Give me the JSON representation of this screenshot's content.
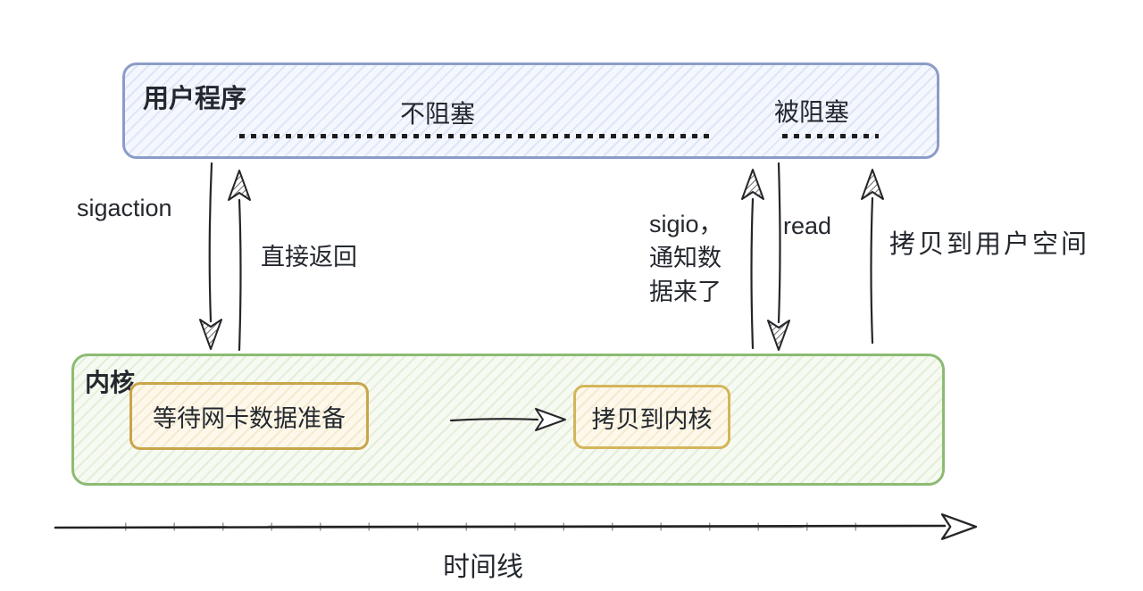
{
  "user_box": {
    "title": "用户程序",
    "not_blocked_label": "不阻塞",
    "blocked_label": "被阻塞"
  },
  "arrows": {
    "sigaction_label": "sigaction",
    "direct_return_label": "直接返回",
    "sigio_label_lines": [
      "sigio，",
      "通知数",
      "据来了"
    ],
    "read_label": "read",
    "copy_to_user_label": "拷贝到用户空间"
  },
  "kernel_box": {
    "title": "内核",
    "step1_label": "等待网卡数据准备",
    "step2_label": "拷贝到内核"
  },
  "timeline": {
    "label": "时间线"
  },
  "colors": {
    "text": "#24282e",
    "arrow": "#26262a",
    "user_box_border": "#8c9cc8",
    "user_box_fill": "#f4f7fd",
    "user_box_hatch": "#dde6f6",
    "kernel_box_border": "#8cbb72",
    "kernel_box_fill": "#f6faf2",
    "kernel_box_hatch": "#e2efd8",
    "step_box_border": "#c9a54b",
    "step_box_fill": "#fdf8ea",
    "step_box_hatch": "#f4ead0"
  }
}
